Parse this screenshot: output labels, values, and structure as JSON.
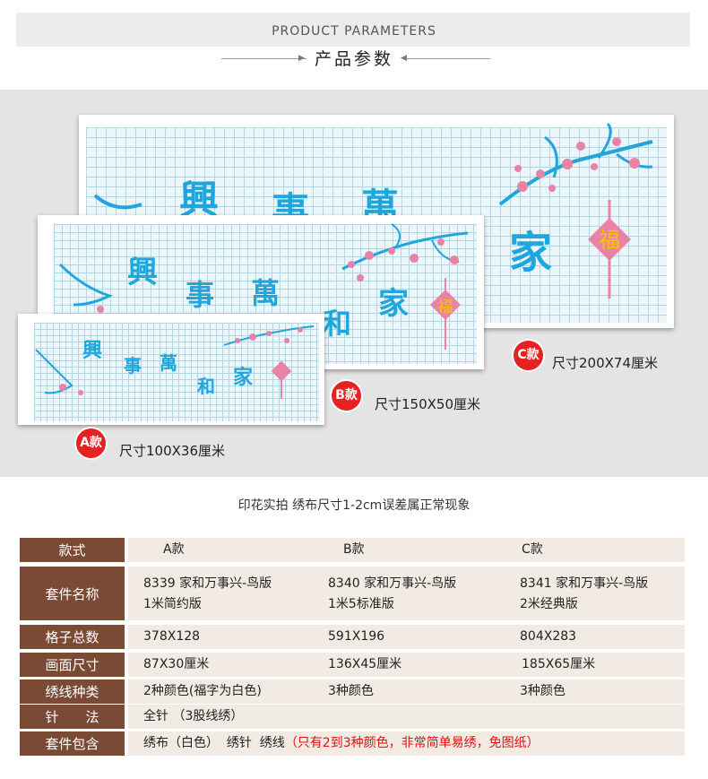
{
  "header": {
    "title_en": "PRODUCT PARAMETERS",
    "title_cn": "产品参数"
  },
  "showcase": {
    "artwork_chars": [
      "興",
      "事",
      "萬",
      "和",
      "家",
      "福"
    ],
    "variants": [
      {
        "badge": "A款",
        "size": "尺寸100X36厘米"
      },
      {
        "badge": "B款",
        "size": "尺寸150X50厘米"
      },
      {
        "badge": "C款",
        "size": "尺寸200X74厘米"
      }
    ]
  },
  "note": "印花实拍 绣布尺寸1-2cm误差属正常现象",
  "table": {
    "rows": [
      {
        "label": "款式",
        "cells": [
          "A款",
          "B款",
          "C款"
        ]
      },
      {
        "label": "套件名称",
        "cells": [
          [
            "8339 家和万事兴-鸟版",
            "1米简约版"
          ],
          [
            "8340 家和万事兴-鸟版",
            "1米5标准版"
          ],
          [
            "8341 家和万事兴-鸟版",
            "2米经典版"
          ]
        ]
      },
      {
        "label": "格子总数",
        "cells": [
          "378X128",
          "591X196",
          "804X283"
        ]
      },
      {
        "label": "画面尺寸",
        "cells": [
          "87X30厘米",
          "136X45厘米",
          "185X65厘米"
        ]
      },
      {
        "label": "绣线种类",
        "cells": [
          "2种颜色(福字为白色)",
          "3种颜色",
          "3种颜色"
        ]
      },
      {
        "label": "针　　法",
        "cells": [
          "全针 （3股线绣）"
        ]
      },
      {
        "label": "套件包含",
        "cells": [
          "绣布（白色）  绣针  绣线"
        ],
        "highlight": "（只有2到3种颜色，非常简单易绣，免图纸）"
      }
    ]
  },
  "colors": {
    "label_bg": "#7b4a35",
    "row_bg": "#f1ebe3",
    "badge": "#e52121",
    "accent_red": "#e01010",
    "calligraphy": "#1fa6dd",
    "blossom": "#e983a6"
  }
}
